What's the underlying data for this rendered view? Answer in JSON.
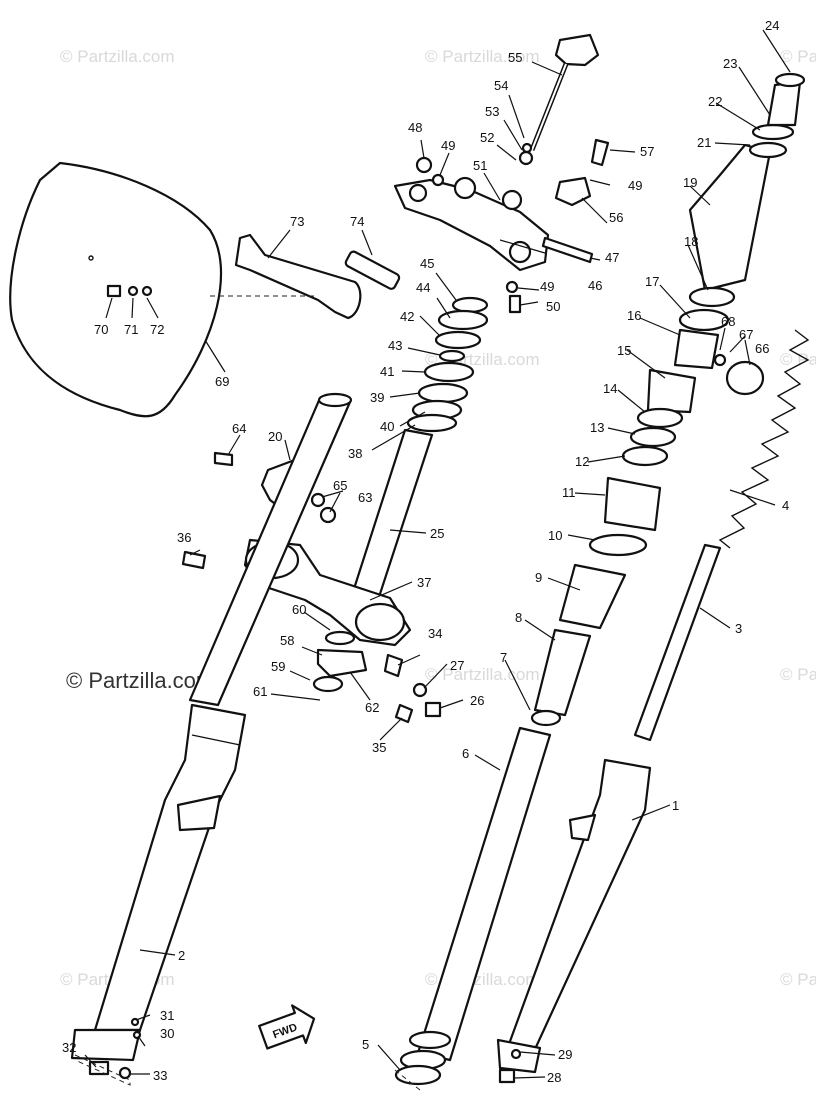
{
  "watermark": {
    "text": "© Partzilla.com",
    "main_text": "© Partzilla.com"
  },
  "direction_badge": "FWD",
  "callouts": [
    {
      "id": "c1",
      "text": "1"
    },
    {
      "id": "c2",
      "text": "2"
    },
    {
      "id": "c3",
      "text": "3"
    },
    {
      "id": "c4",
      "text": "4"
    },
    {
      "id": "c5",
      "text": "5"
    },
    {
      "id": "c6",
      "text": "6"
    },
    {
      "id": "c7",
      "text": "7"
    },
    {
      "id": "c8",
      "text": "8"
    },
    {
      "id": "c9",
      "text": "9"
    },
    {
      "id": "c10",
      "text": "10"
    },
    {
      "id": "c11",
      "text": "11"
    },
    {
      "id": "c12",
      "text": "12"
    },
    {
      "id": "c13",
      "text": "13"
    },
    {
      "id": "c14",
      "text": "14"
    },
    {
      "id": "c15",
      "text": "15"
    },
    {
      "id": "c16",
      "text": "16"
    },
    {
      "id": "c17",
      "text": "17"
    },
    {
      "id": "c18",
      "text": "18"
    },
    {
      "id": "c19",
      "text": "19"
    },
    {
      "id": "c20",
      "text": "20"
    },
    {
      "id": "c21",
      "text": "21"
    },
    {
      "id": "c22",
      "text": "22"
    },
    {
      "id": "c23",
      "text": "23"
    },
    {
      "id": "c24",
      "text": "24"
    },
    {
      "id": "c25",
      "text": "25"
    },
    {
      "id": "c26",
      "text": "26"
    },
    {
      "id": "c27",
      "text": "27"
    },
    {
      "id": "c28",
      "text": "28"
    },
    {
      "id": "c29",
      "text": "29"
    },
    {
      "id": "c30",
      "text": "30"
    },
    {
      "id": "c31",
      "text": "31"
    },
    {
      "id": "c32",
      "text": "32"
    },
    {
      "id": "c33",
      "text": "33"
    },
    {
      "id": "c34",
      "text": "34"
    },
    {
      "id": "c35",
      "text": "35"
    },
    {
      "id": "c36",
      "text": "36"
    },
    {
      "id": "c37",
      "text": "37"
    },
    {
      "id": "c38",
      "text": "38"
    },
    {
      "id": "c39",
      "text": "39"
    },
    {
      "id": "c40",
      "text": "40"
    },
    {
      "id": "c41",
      "text": "41"
    },
    {
      "id": "c42",
      "text": "42"
    },
    {
      "id": "c43",
      "text": "43"
    },
    {
      "id": "c44",
      "text": "44"
    },
    {
      "id": "c45",
      "text": "45"
    },
    {
      "id": "c46",
      "text": "46"
    },
    {
      "id": "c47",
      "text": "47"
    },
    {
      "id": "c48",
      "text": "48"
    },
    {
      "id": "c49a",
      "text": "49"
    },
    {
      "id": "c49b",
      "text": "49"
    },
    {
      "id": "c49c",
      "text": "49"
    },
    {
      "id": "c50",
      "text": "50"
    },
    {
      "id": "c51",
      "text": "51"
    },
    {
      "id": "c52",
      "text": "52"
    },
    {
      "id": "c53",
      "text": "53"
    },
    {
      "id": "c54",
      "text": "54"
    },
    {
      "id": "c55",
      "text": "55"
    },
    {
      "id": "c56",
      "text": "56"
    },
    {
      "id": "c57",
      "text": "57"
    },
    {
      "id": "c58",
      "text": "58"
    },
    {
      "id": "c59",
      "text": "59"
    },
    {
      "id": "c60",
      "text": "60"
    },
    {
      "id": "c61",
      "text": "61"
    },
    {
      "id": "c62",
      "text": "62"
    },
    {
      "id": "c63",
      "text": "63"
    },
    {
      "id": "c64",
      "text": "64"
    },
    {
      "id": "c65",
      "text": "65"
    },
    {
      "id": "c66",
      "text": "66"
    },
    {
      "id": "c67",
      "text": "67"
    },
    {
      "id": "c68",
      "text": "68"
    },
    {
      "id": "c69",
      "text": "69"
    },
    {
      "id": "c70",
      "text": "70"
    },
    {
      "id": "c71",
      "text": "71"
    },
    {
      "id": "c72",
      "text": "72"
    },
    {
      "id": "c73",
      "text": "73"
    },
    {
      "id": "c74",
      "text": "74"
    }
  ]
}
